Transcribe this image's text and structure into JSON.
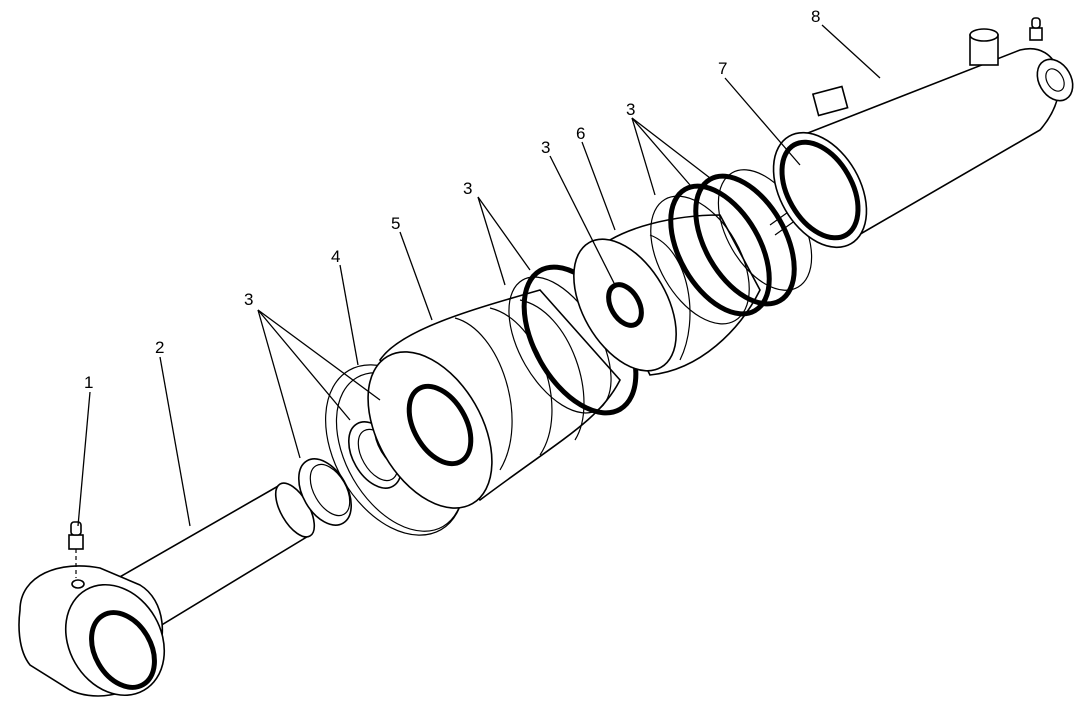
{
  "callouts": {
    "c1": "1",
    "c2": "2",
    "c3a": "3",
    "c4": "4",
    "c5": "5",
    "c3b": "3",
    "c3c": "3",
    "c6": "6",
    "c3d": "3",
    "c7": "7",
    "c8": "8"
  }
}
